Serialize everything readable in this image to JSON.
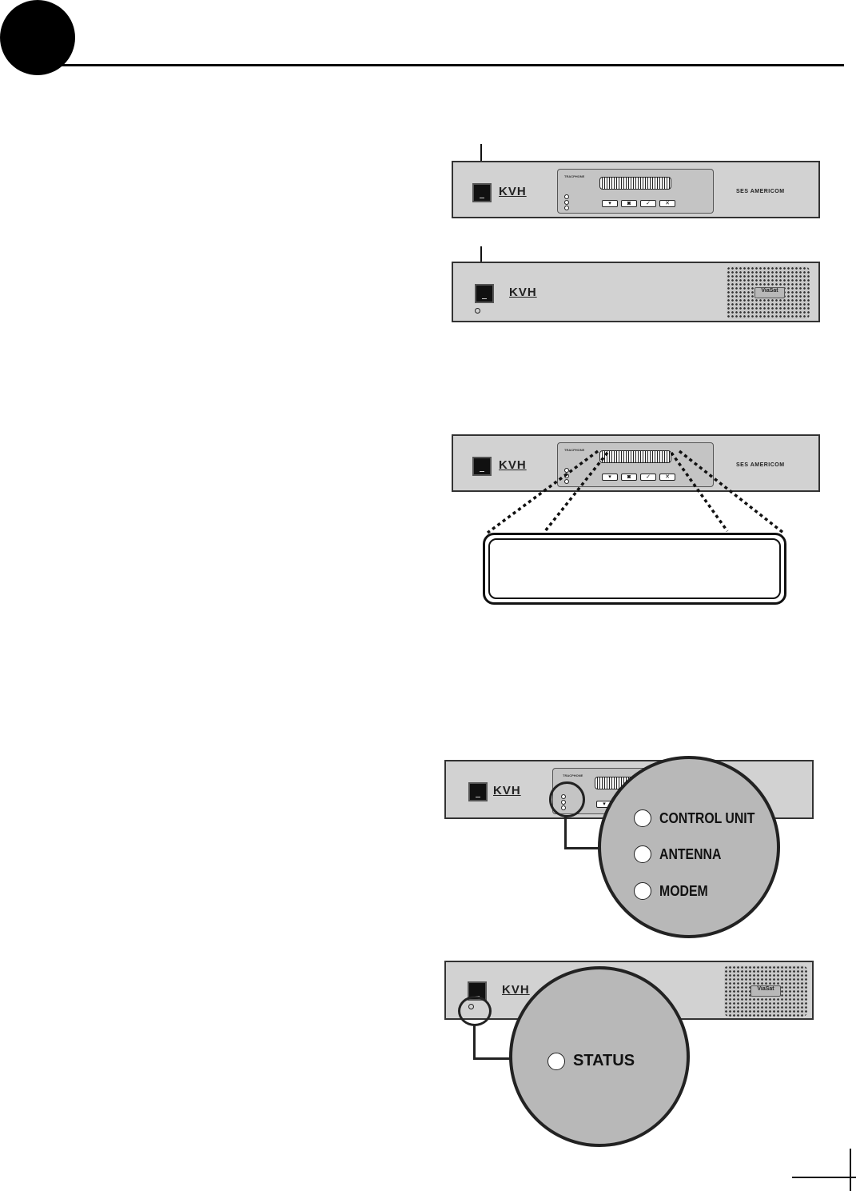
{
  "brand": {
    "kvh": "KVH",
    "tracphone": "TRACPHONE",
    "ses": "SES AMERICOM",
    "viasat": "ViaSat"
  },
  "leds": {
    "control_unit": "CONTROL UNIT",
    "antenna": "ANTENNA",
    "modem": "MODEM",
    "status": "STATUS"
  },
  "buttons": [
    "▾",
    "◙",
    "✓",
    "✕"
  ]
}
